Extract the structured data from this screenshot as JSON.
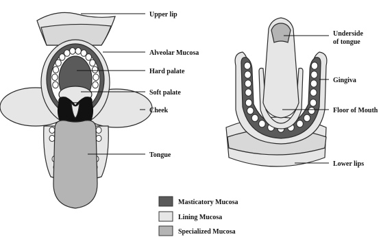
{
  "upper_labels": {
    "upper_lip": "Upper lip",
    "alveolar_mucosa": "Alveolar Mucosa",
    "hard_palate": "Hard palate",
    "soft_palate": "Soft palate",
    "cheek": "Cheek",
    "tongue": "Tongue"
  },
  "lower_labels": {
    "underside_line1": "Underside",
    "underside_line2": "of tongue",
    "gingiva": "Gingiva",
    "floor_of_mouth": "Floor of Mouth",
    "lower_lips": "Lower lips"
  },
  "legend": [
    {
      "label": "Masticatory Mucosa",
      "color": "#5a5a5a"
    },
    {
      "label": "Lining Mucosa",
      "color": "#e6e6e6"
    },
    {
      "label": "Specialized Mucosa",
      "color": "#b4b4b4"
    }
  ],
  "colors": {
    "masticatory": "#5a5a5a",
    "lining": "#e6e6e6",
    "specialized": "#b4b4b4",
    "pharynx": "#111111"
  }
}
